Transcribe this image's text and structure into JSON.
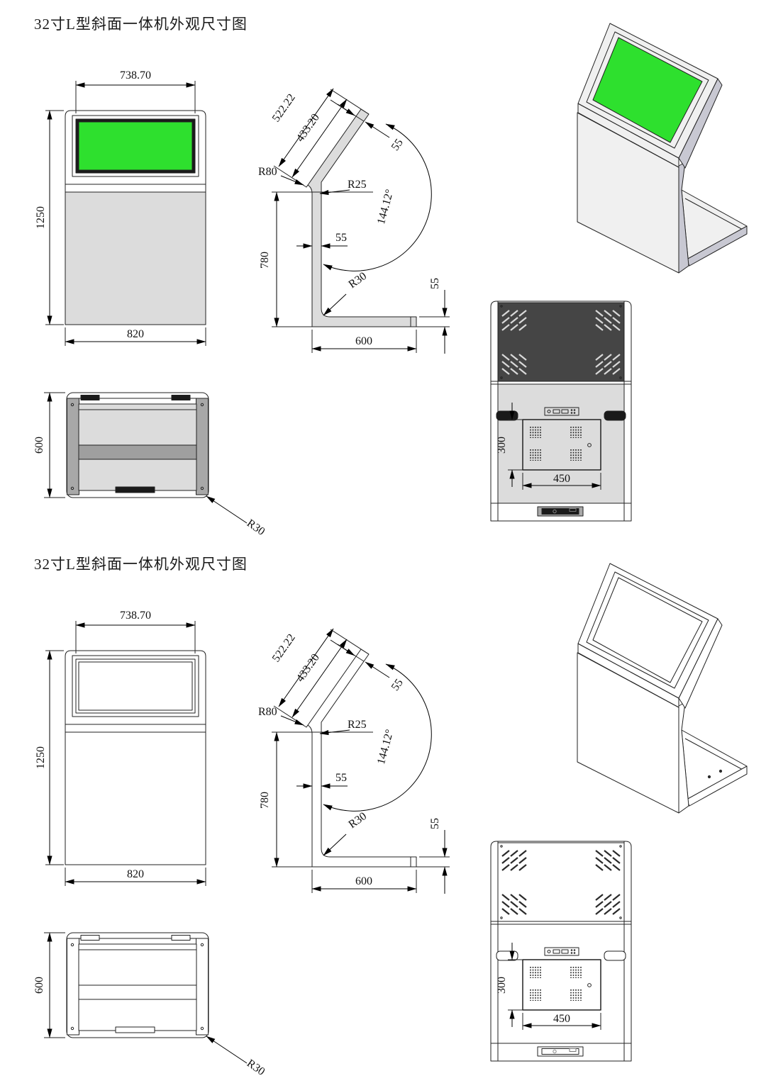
{
  "colors": {
    "screen_green": "#2ee02e",
    "body_gray": "#dcdcdc",
    "face_light": "#f0f0f0",
    "rail_gray": "#a8a8a8",
    "band_gray": "#9f9f9f",
    "panel_dark": "#454545",
    "handle_dark": "#1a1a1a",
    "edge_lavender": "#c8c8d2",
    "line_ink": "#222222"
  },
  "sections": [
    {
      "variant": "filled",
      "title": "32寸L型斜面一体机外观尺寸图",
      "front": {
        "screen_width": "738.70",
        "height": "1250",
        "width": "820"
      },
      "side": {
        "slant_total": "522.22",
        "slant_screen": "433.20",
        "slant_thickness": "55",
        "r_top": "R80",
        "r_front": "R25",
        "angle": "144.12°",
        "column_height": "780",
        "column_thickness": "55",
        "r_foot": "R30",
        "foot_depth": "600",
        "foot_thickness": "55"
      },
      "plan": {
        "depth": "600",
        "r_corner": "R30"
      },
      "back": {
        "door_height": "300",
        "door_width": "450"
      }
    },
    {
      "variant": "outline",
      "title": "32寸L型斜面一体机外观尺寸图",
      "front": {
        "screen_width": "738.70",
        "height": "1250",
        "width": "820"
      },
      "side": {
        "slant_total": "522.22",
        "slant_screen": "433.20",
        "slant_thickness": "55",
        "r_top": "R80",
        "r_front": "R25",
        "angle": "144.12°",
        "column_height": "780",
        "column_thickness": "55",
        "r_foot": "R30",
        "foot_depth": "600",
        "foot_thickness": "55"
      },
      "plan": {
        "depth": "600",
        "r_corner": "R30"
      },
      "back": {
        "door_height": "300",
        "door_width": "450"
      }
    }
  ]
}
